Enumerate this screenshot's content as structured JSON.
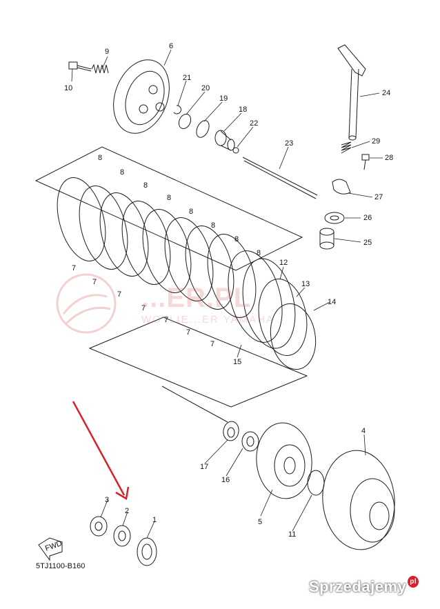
{
  "diagram": {
    "code": "5TJ1100-B160",
    "fwd_label": "FWD",
    "callouts": [
      "1",
      "2",
      "3",
      "4",
      "5",
      "6",
      "7",
      "8",
      "9",
      "10",
      "11",
      "12",
      "13",
      "14",
      "15",
      "16",
      "17",
      "18",
      "19",
      "20",
      "21",
      "22",
      "23",
      "24",
      "25",
      "26",
      "27",
      "28",
      "29"
    ]
  },
  "watermark": {
    "line1": "...ER.PL",
    "line2": "WOTLIE...ER YAMAHA",
    "logo_text": "Sprzedajemy",
    "logo_badge": "pl"
  },
  "colors": {
    "line": "#1a1a1a",
    "arrow": "#d8202a",
    "watermark": "#e07a7a"
  }
}
